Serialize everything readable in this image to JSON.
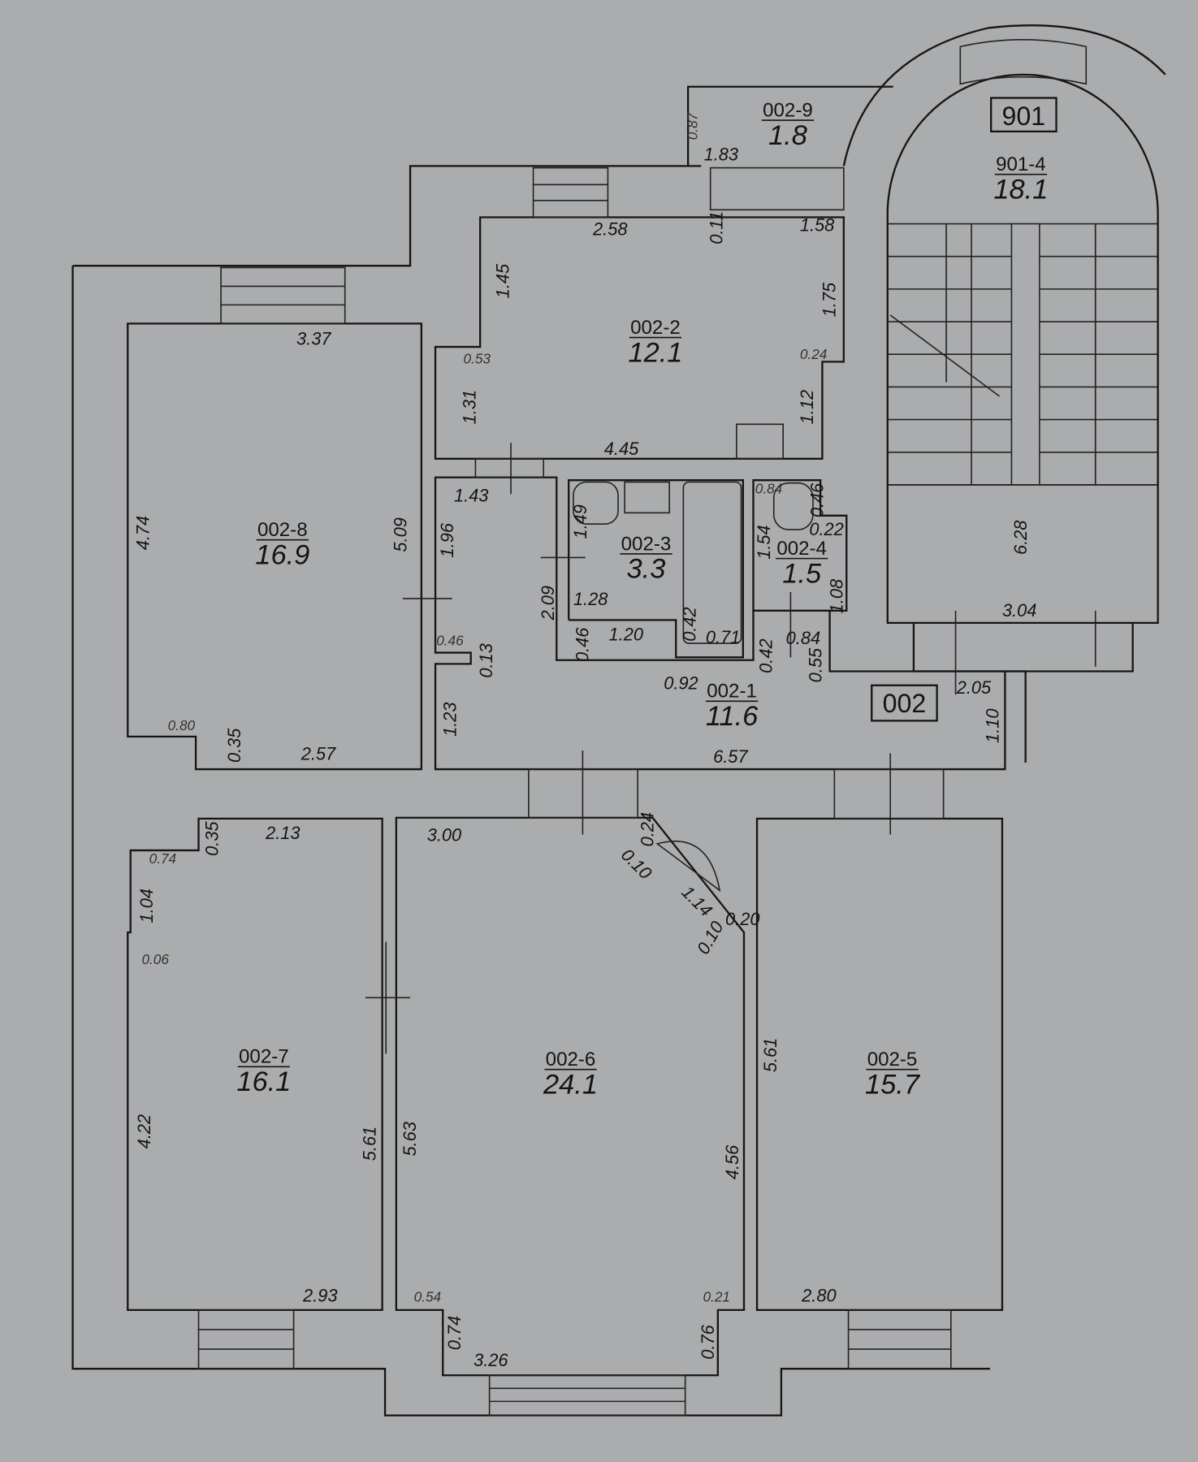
{
  "plan": {
    "section_labels": [
      "901",
      "002"
    ],
    "rooms": [
      {
        "id": "002-9",
        "area": "1.8"
      },
      {
        "id": "901-4",
        "area": "18.1"
      },
      {
        "id": "002-2",
        "area": "12.1"
      },
      {
        "id": "002-8",
        "area": "16.9"
      },
      {
        "id": "002-3",
        "area": "3.3"
      },
      {
        "id": "002-4",
        "area": "1.5"
      },
      {
        "id": "002-1",
        "area": "11.6"
      },
      {
        "id": "002-7",
        "area": "16.1"
      },
      {
        "id": "002-6",
        "area": "24.1"
      },
      {
        "id": "002-5",
        "area": "15.7"
      }
    ],
    "dimensions": [
      "0.87",
      "1.83",
      "0.11",
      "1.58",
      "2.58",
      "1.45",
      "1.75",
      "0.53",
      "0.24",
      "1.31",
      "1.12",
      "4.45",
      "3.37",
      "4.74",
      "5.09",
      "1.43",
      "1.96",
      "1.49",
      "2.09",
      "1.28",
      "1.20",
      "0.46",
      "0.42",
      "0.71",
      "0.84",
      "0.46",
      "0.22",
      "1.54",
      "1.08",
      "0.84",
      "0.42",
      "0.55",
      "0.46",
      "0.13",
      "0.92",
      "1.23",
      "6.57",
      "2.05",
      "1.10",
      "6.28",
      "3.04",
      "0.80",
      "0.35",
      "2.57",
      "0.35",
      "2.13",
      "0.74",
      "1.04",
      "0.06",
      "4.22",
      "5.61",
      "2.93",
      "3.00",
      "0.24",
      "0.10",
      "1.14",
      "0.20",
      "0.10",
      "5.63",
      "4.56",
      "0.54",
      "0.21",
      "0.74",
      "3.26",
      "0.76",
      "5.61",
      "2.80"
    ]
  }
}
